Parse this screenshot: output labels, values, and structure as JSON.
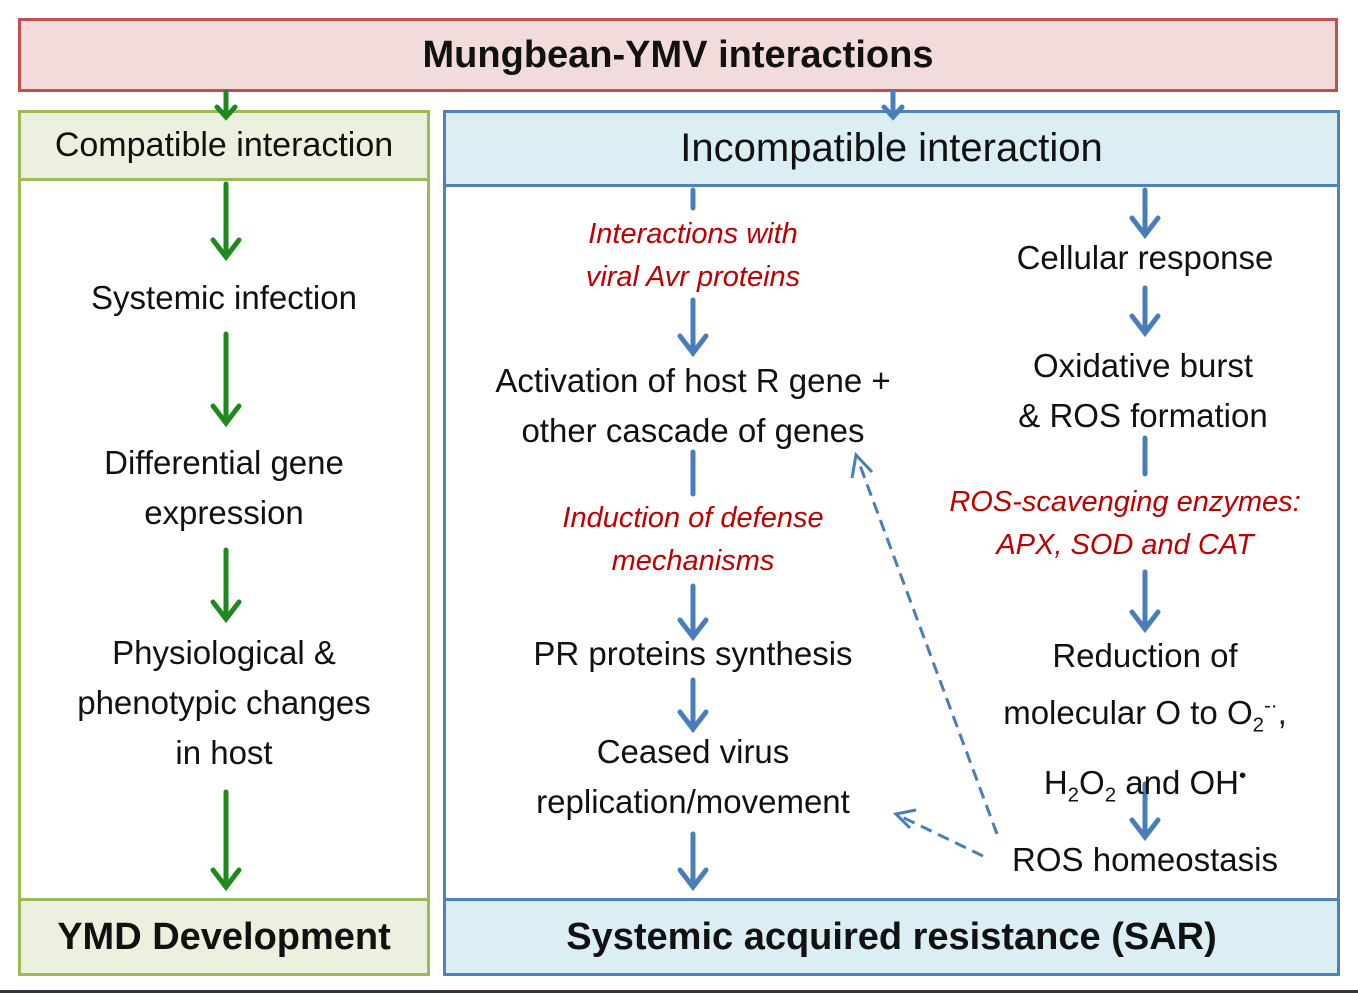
{
  "title": "Mungbean-YMV interactions",
  "compatible": {
    "header": "Compatible interaction",
    "step1": "Systemic infection",
    "step2_l1": "Differential gene",
    "step2_l2": "expression",
    "step3_l1": "Physiological &",
    "step3_l2": "phenotypic changes",
    "step3_l3": "in host",
    "footer": "YMD Development"
  },
  "incompatible": {
    "header": "Incompatible interaction",
    "footer": "Systemic acquired resistance (SAR)",
    "mid": {
      "note1_l1": "Interactions with",
      "note1_l2": "viral Avr proteins",
      "step1_l1": "Activation of host R gene +",
      "step1_l2": "other cascade of genes",
      "note2_l1": "Induction of defense",
      "note2_l2": "mechanisms",
      "step2": "PR proteins synthesis",
      "step3_l1": "Ceased virus",
      "step3_l2": "replication/movement"
    },
    "right": {
      "step1": "Cellular response",
      "step2_l1": "Oxidative burst",
      "step2_l2": "& ROS formation",
      "note1_l1": "ROS-scavenging enzymes:",
      "note1_l2": "APX, SOD and CAT",
      "step3_l1": "Reduction of",
      "step3_l2_a": "molecular O to O",
      "step3_l2_sub": "2",
      "step3_l2_sup": "-·",
      "step3_l2_b": ",",
      "step3_l3_a": "H",
      "step3_l3_sub1": "2",
      "step3_l3_b": "O",
      "step3_l3_sub2": "2",
      "step3_l3_c": " and OH",
      "step3_l3_sup": "•",
      "step4": "ROS homeostasis"
    }
  },
  "colors": {
    "title_fill": "#f2dcdb",
    "title_border": "#c0504d",
    "green_border": "#9bbb59",
    "green_fill": "#ebf1de",
    "green_arrow": "#1e8a1e",
    "blue_border": "#4f81bd",
    "blue_fill": "#dbeef4",
    "blue_arrow": "#4a7ebb",
    "note_red": "#c00000"
  }
}
